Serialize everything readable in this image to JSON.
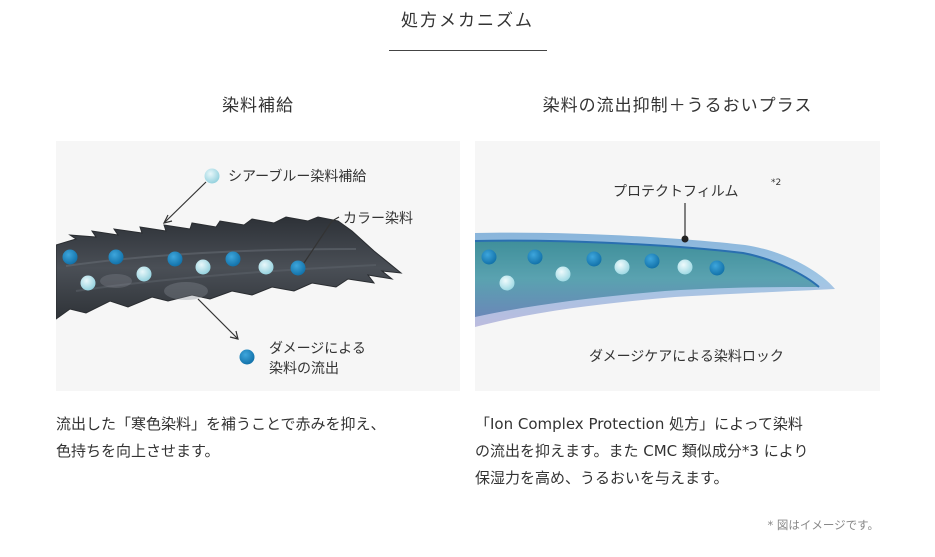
{
  "header": {
    "title": "処方メカニズム"
  },
  "left": {
    "title": "染料補給",
    "labels": {
      "sheer_blue": "シアーブルー染料補給",
      "color_dye": "カラー染料",
      "damage_1": "ダメージによる",
      "damage_2": "染料の流出"
    },
    "description": [
      "流出した「寒色染料」を補うことで赤みを抑え、",
      "色持ちを向上させます。"
    ]
  },
  "right": {
    "title": "染料の流出抑制＋うるおいプラス",
    "labels": {
      "film": "プロテクトフィルム",
      "film_note": "*2",
      "care": "ダメージケアによる染料ロック"
    },
    "description": [
      "「Ion Complex Protection 処方」によって染料",
      "の流出を抑えます。また CMC 類似成分*3 により",
      "保湿力を高め、うるおいを与えます。"
    ]
  },
  "footnote": "* 図はイメージです。",
  "colors": {
    "dark_dot": "#1f86c0",
    "light_dot": "#a8dde6",
    "hair_dark": "#3a3e44",
    "film_blue": "#3f8fd0"
  }
}
